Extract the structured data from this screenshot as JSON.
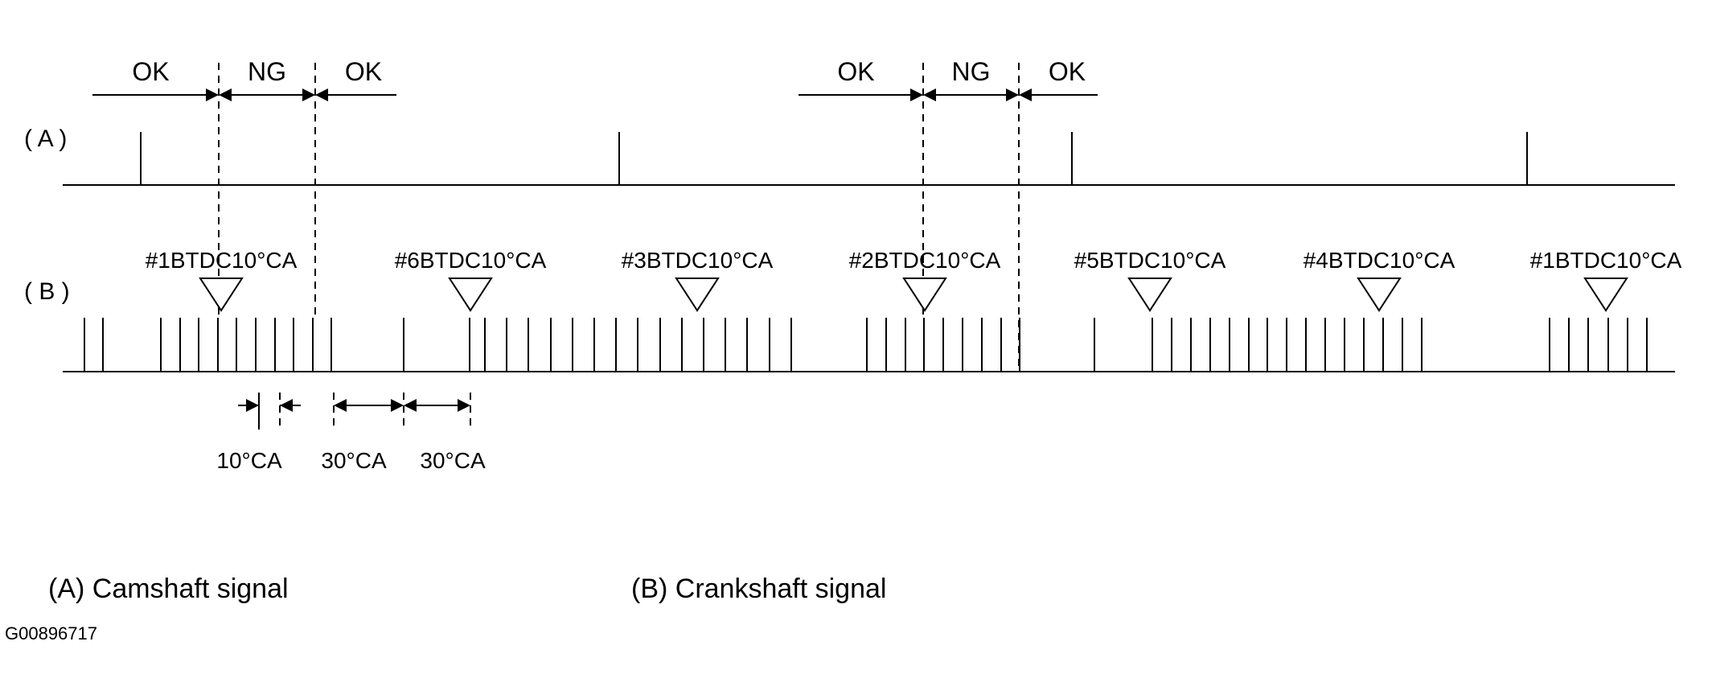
{
  "labels": {
    "ok": "OK",
    "ng": "NG",
    "row_a": "( A )",
    "row_b": "( B )"
  },
  "tdc_markers": [
    "#1BTDC10°CA",
    "#6BTDC10°CA",
    "#3BTDC10°CA",
    "#2BTDC10°CA",
    "#5BTDC10°CA",
    "#4BTDC10°CA",
    "#1BTDC10°CA"
  ],
  "dimensions": {
    "d1": "10°CA",
    "d2": "30°CA",
    "d3": "30°CA"
  },
  "legend": {
    "a": "(A)   Camshaft signal",
    "b": "(B)   Crankshaft signal"
  },
  "figure_code": "G00896717"
}
